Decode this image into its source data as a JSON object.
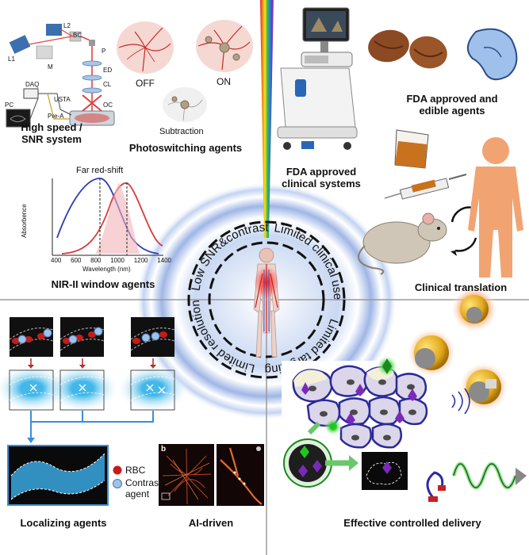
{
  "ring_text": {
    "low_snr": "Low SNR&contrast",
    "limited_clinical_use": "Limited clinical use",
    "limited_targeting": "Limited targeting",
    "limited_resolution": "Limited resolution"
  },
  "panels": {
    "high_speed": {
      "label_line1": "High speed /",
      "label_line2": "SNR system"
    },
    "photoswitching": {
      "label": "Photoswitching agents",
      "off": "OFF",
      "on": "ON",
      "subtraction": "Subtraction"
    },
    "fda_systems": {
      "label_line1": "FDA approved",
      "label_line2": "clinical systems"
    },
    "fda_agents": {
      "label_line1": "FDA approved and",
      "label_line2": "edible agents"
    },
    "nir": {
      "label": "NIR-II window agents",
      "annotation": "Far red-shift",
      "ylabel": "Absorbence",
      "xlabel": "Wavelength (nm)",
      "ticks": [
        "400",
        "600",
        "800",
        "1000",
        "1200",
        "1400"
      ]
    },
    "clinical_translation": {
      "label": "Clinical translation"
    },
    "localizing": {
      "label": "Localizing agents",
      "legend_rbc": "RBC",
      "legend_contrast_1": "Contrast",
      "legend_contrast_2": "agent"
    },
    "ai": {
      "label": "AI-driven",
      "panel_tag": "b"
    },
    "delivery": {
      "label": "Effective controlled delivery"
    }
  },
  "setup_labels": {
    "L1": "L1",
    "L2": "L2",
    "BC": "BC",
    "M": "M",
    "P": "P",
    "ED": "ED",
    "CL": "CL",
    "OC": "OC",
    "DAQ": "DAQ",
    "USTA": "USTA",
    "PC": "PC",
    "PreA": "Pre-A"
  },
  "colors": {
    "ring_blue": "#5b7fc4",
    "red_curve": "#d93a3a",
    "blue_curve": "#2b3ab8",
    "rbc_red": "#c81a1a",
    "contrast_blue": "#9fc3e8",
    "gold": "#e2b11c",
    "divider": "#9a9a9a"
  }
}
